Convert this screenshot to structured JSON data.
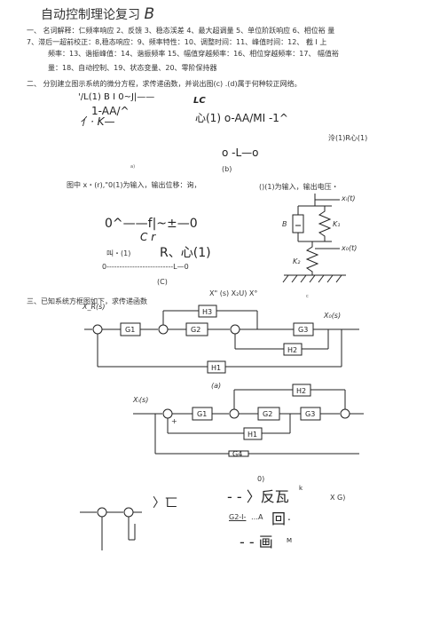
{
  "title": {
    "text": "自动控制理论复习",
    "mark": "B"
  },
  "section1": {
    "line1": "一、 名词解释：仁频率响应 2、反馈 3、稳态渓差 4、最大超调量 5、单位阶跃响应 6、相位裕  量",
    "line2": "7、滞后一超前校正：8,稳态响应：9、频率特性：10、调整时间：11、峰值时间：12、  截 I 上",
    "line3": "频率：13、谐振峰值：14、谐振频率 15、幅值穿越频率：16、相位穿越频率：17、  幅值裕",
    "line4": "量：18、自动控制、19、状态变量、20、零阶保持器"
  },
  "section2": {
    "heading": "二、 分别建立图示系统的微分方程，求传递函数，并说出图(c) .(d)属于何种较正网络。",
    "a_top": "'/L(1)  B I 0~J|——",
    "a_mid": "1-AA/^",
    "a_bot": "亻· K—",
    "arrow_lc": "LC",
    "b_in": "心(1)  o-AA/MI -1^",
    "b_right": "泠(1)R心(1)",
    "b_out": "o -L—o",
    "a_tag": "a)",
    "b_label": "(b)",
    "fig_a_caption": "图中 x・(r),\"0(1)为输入，输出位移：询，",
    "fig_b_caption": "()(1)为输入，输出电压・",
    "c_top": "0^——f|~±—0",
    "c_cr": "C r",
    "c_r": "R、心(1)",
    "c_left": "叫・(1)",
    "c_bot": "0--------------------------L—0",
    "c_label": "(C)",
    "d_xi": "xᵢ(t)",
    "d_b": "B",
    "d_k1": "K₁",
    "d_k2": "K₂",
    "d_xo": "x₀(t)",
    "d_caption": "X\" (s) X₂U) X°",
    "d_tag": "c"
  },
  "section3": {
    "heading": "三、已知系统方框图如下，求传递函数",
    "diagram_a": {
      "input": "X_R(s)",
      "output": "X₀(s)",
      "blocks": [
        "G1",
        "G2",
        "G3",
        "H1",
        "H2",
        "H3"
      ],
      "label": "(a)"
    },
    "diagram_b": {
      "input": "Xᵢ(s)",
      "blocks": [
        "G1",
        "G2",
        "G3",
        "H1",
        "H2",
        "G4"
      ],
      "plus": "+"
    }
  },
  "bottom": {
    "tag": "0)",
    "l1": "- -  〉反瓦",
    "k": "k",
    "xg": "X G)",
    "sym": "〉匸",
    "l2_a": "G2-I-",
    "l2_b": "…A",
    "l2_c": "回",
    "l2_dot": ".",
    "l3": "- -   画",
    "m": "M"
  }
}
